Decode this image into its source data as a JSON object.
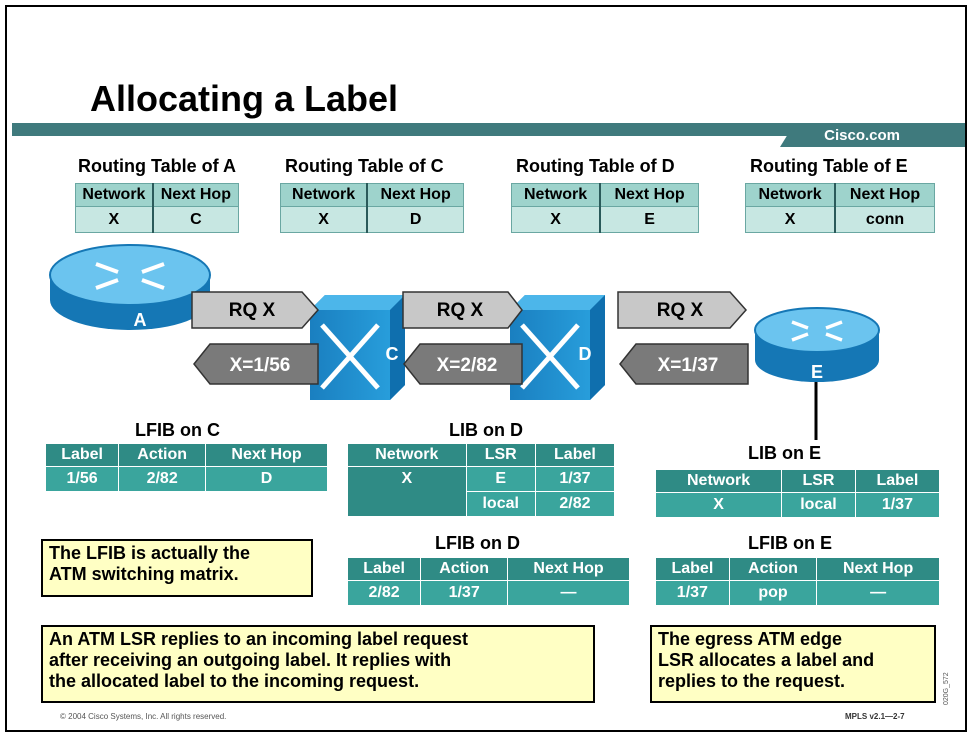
{
  "title": "Allocating a Label",
  "brand": "Cisco.com",
  "routing_tables": [
    {
      "title": "Routing Table of A",
      "headers": [
        "Network",
        "Next Hop"
      ],
      "row": [
        "X",
        "C"
      ]
    },
    {
      "title": "Routing Table of C",
      "headers": [
        "Network",
        "Next Hop"
      ],
      "row": [
        "X",
        "D"
      ]
    },
    {
      "title": "Routing Table of D",
      "headers": [
        "Network",
        "Next Hop"
      ],
      "row": [
        "X",
        "E"
      ]
    },
    {
      "title": "Routing Table of E",
      "headers": [
        "Network",
        "Next Hop"
      ],
      "row": [
        "X",
        "conn"
      ]
    }
  ],
  "nodes": {
    "a": "A",
    "c": "C",
    "d": "D",
    "e": "E"
  },
  "arrows": {
    "rq1": "RQ X",
    "rq2": "RQ X",
    "rq3": "RQ X",
    "rep1": "X=1/56",
    "rep2": "X=2/82",
    "rep3": "X=1/37"
  },
  "lfib_c": {
    "title": "LFIB on C",
    "headers": [
      "Label",
      "Action",
      "Next Hop"
    ],
    "row": [
      "1/56",
      "2/82",
      "D"
    ]
  },
  "lib_d": {
    "title": "LIB on D",
    "headers": [
      "Network",
      "LSR",
      "Label"
    ],
    "rows": [
      [
        "X",
        "E",
        "1/37"
      ],
      [
        "",
        "local",
        "2/82"
      ]
    ]
  },
  "lfib_d": {
    "title": "LFIB on D",
    "headers": [
      "Label",
      "Action",
      "Next Hop"
    ],
    "row": [
      "2/82",
      "1/37",
      "—"
    ]
  },
  "lib_e": {
    "title": "LIB on E",
    "headers": [
      "Network",
      "LSR",
      "Label"
    ],
    "row": [
      "X",
      "local",
      "1/37"
    ]
  },
  "lfib_e": {
    "title": "LFIB on E",
    "headers": [
      "Label",
      "Action",
      "Next Hop"
    ],
    "row": [
      "1/37",
      "pop",
      "—"
    ]
  },
  "notes": {
    "lfib": [
      "The LFIB is actually the",
      "ATM switching matrix."
    ],
    "reply": [
      "An ATM LSR replies to an incoming label request",
      "after receiving an outgoing label. It replies with",
      "the allocated label to the incoming request."
    ],
    "egress": [
      "The egress ATM edge",
      "LSR allocates a label and",
      "replies to the request."
    ]
  },
  "footer": {
    "copyright": "© 2004 Cisco Systems, Inc. All rights reserved.",
    "course": "MPLS v2.1—2-7",
    "figure_id": "020G_572"
  },
  "colors": {
    "teal": "#3f7a7d",
    "router": "#2a9fd8",
    "switch": "#1e8fcf",
    "note": "#ffffc4"
  }
}
